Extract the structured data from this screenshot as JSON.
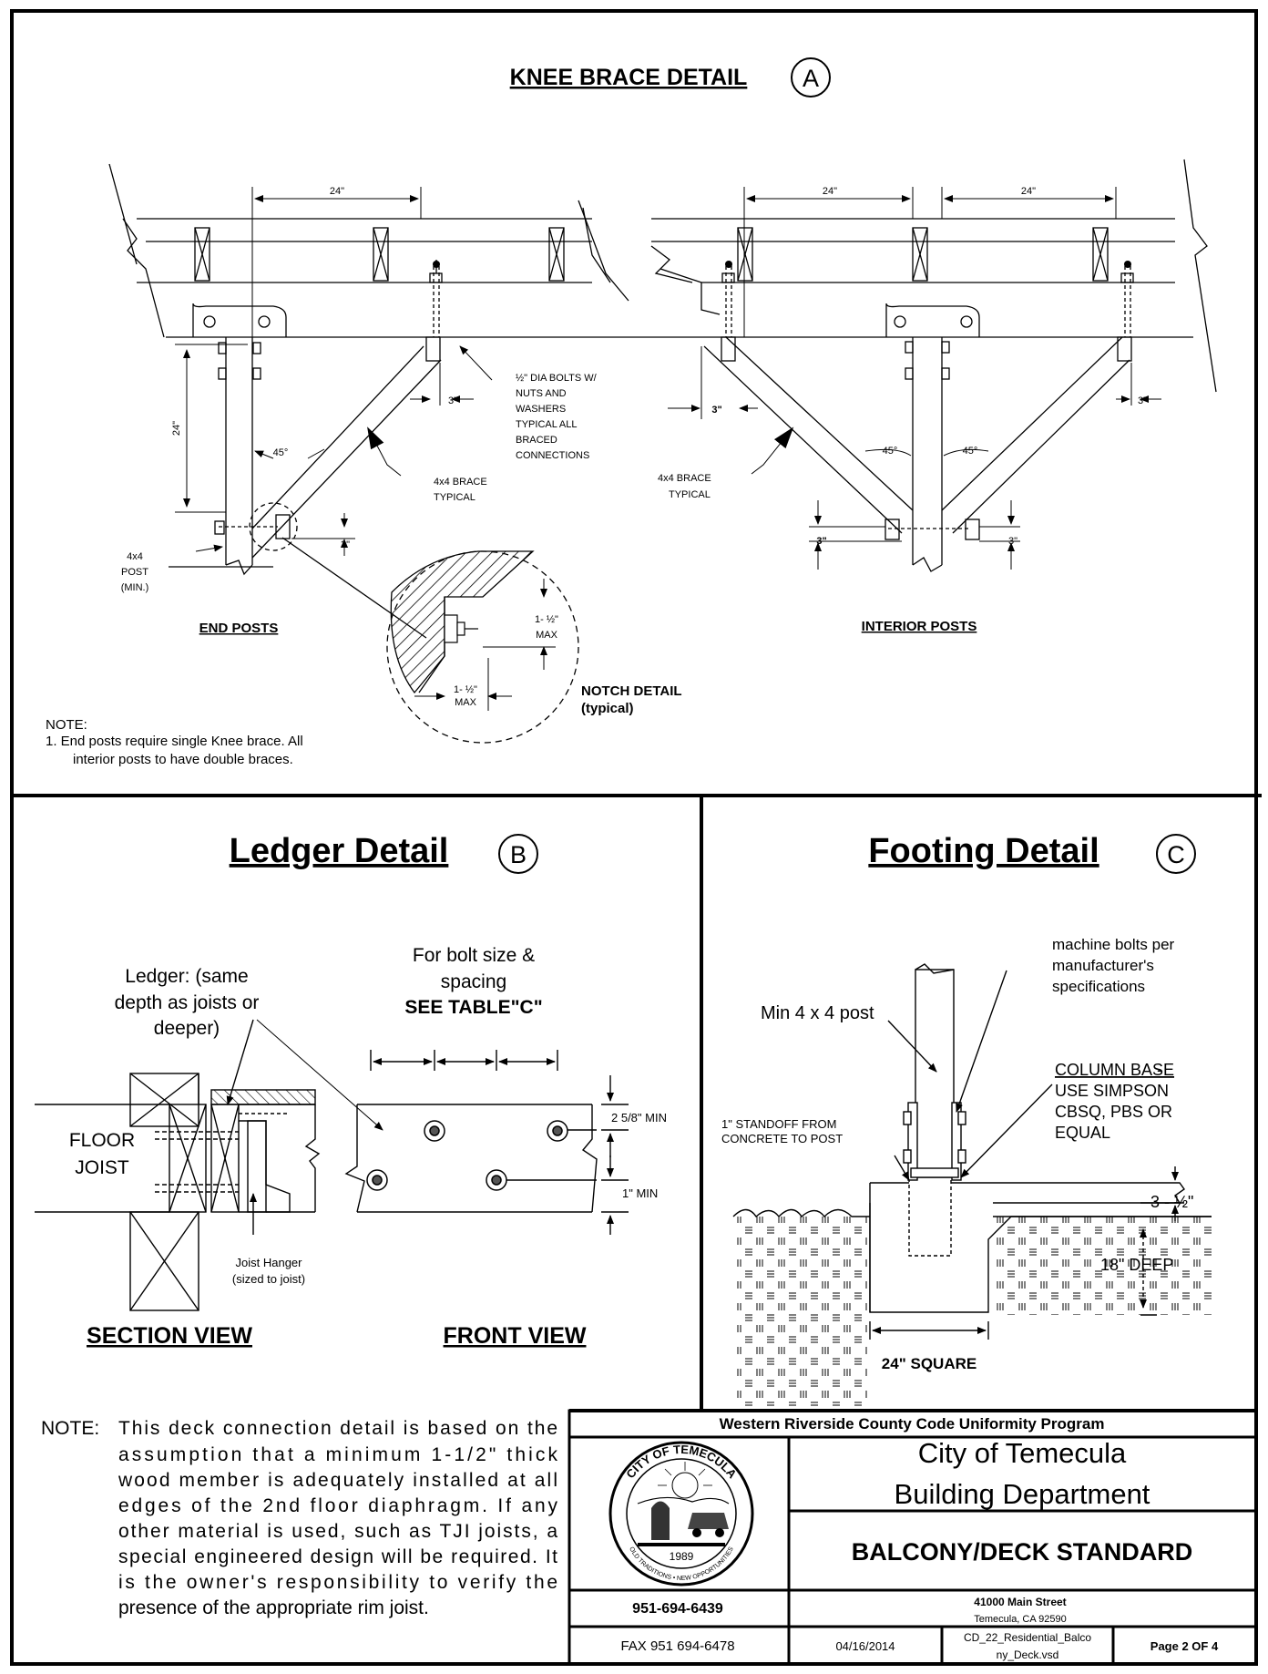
{
  "sectionA": {
    "title": "KNEE BRACE DETAIL",
    "marker": "A",
    "dims": {
      "d24a": "24\"",
      "d24b": "24\"",
      "d24c": "24\"",
      "d24v": "24\"",
      "d3a": "3\"",
      "d3b": "3\"",
      "d3c": "3\"",
      "d3d": "3\"",
      "d3e": "3\"",
      "d3f": "3\""
    },
    "angle45a": "45°",
    "angle45b": "45°",
    "angle45c": "45°",
    "boltNote": [
      "½\" DIA BOLTS W/",
      "NUTS AND",
      "WASHERS",
      "TYPICAL ALL",
      "BRACED",
      "CONNECTIONS"
    ],
    "braceLeft": [
      "4x4 BRACE",
      "TYPICAL"
    ],
    "braceRight": [
      "4x4 BRACE",
      "TYPICAL"
    ],
    "postLabel": [
      "4x4",
      "POST",
      "(MIN.)"
    ],
    "endPosts": "END POSTS",
    "interiorPosts": "INTERIOR POSTS",
    "notchV": [
      "1- ½\"",
      "MAX"
    ],
    "notchH": [
      "1- ½\"",
      "MAX"
    ],
    "notchTitle": "NOTCH DETAIL",
    "notchSub": "(typical)",
    "noteTitle": "NOTE:",
    "noteLine1": "1.  End posts require single Knee brace. All",
    "noteLine2": "interior posts to have double braces."
  },
  "sectionB": {
    "title": "Ledger Detail",
    "marker": "B",
    "ledgerLabel": [
      "Ledger: (same",
      "depth as joists or",
      "deeper)"
    ],
    "boltSize": [
      "For bolt size &",
      "spacing"
    ],
    "seeTable": "SEE TABLE\"C\"",
    "floorJoist": [
      "FLOOR",
      "JOIST"
    ],
    "min258": "2 5/8\" MIN",
    "min1": "1\" MIN",
    "hanger": [
      "Joist Hanger",
      "(sized to joist)"
    ],
    "sectionView": "SECTION VIEW",
    "frontView": "FRONT VIEW"
  },
  "sectionC": {
    "title": "Footing Detail",
    "marker": "C",
    "machineBolts": [
      "machine bolts per",
      "manufacturer's",
      "specifications"
    ],
    "post": "Min 4 x 4  post",
    "columnBase": "COLUMN BASE",
    "columnBaseRest": [
      "- ",
      "USE SIMPSON",
      "CBSQ, PBS OR",
      "EQUAL"
    ],
    "standoff": [
      "1\" STANDOFF FROM",
      "CONCRETE TO POST"
    ],
    "slab": "3 - ½\"",
    "deep": "18\" DEEP",
    "square": "24\" SQUARE"
  },
  "note": {
    "label": "NOTE:",
    "lines": [
      "This deck connection detail is based on the",
      "assumption that a minimum         1-1/2\" thick",
      "wood member is adequately installed at all",
      "edges of the 2nd floor diaphragm. If any",
      "other material is used, such as TJI joists, a",
      "special engineered design will be required. It",
      "is the owner's responsibility to verify the",
      "presence of the appropriate rim joist."
    ]
  },
  "titleBlock": {
    "program": "Western Riverside County Code Uniformity Program",
    "city": "City of Temecula",
    "dept": "Building Department",
    "standard": "BALCONY/DECK STANDARD",
    "phone": "951-694-6439",
    "address1": "41000 Main Street",
    "address2": "Temecula, CA 92590",
    "fax": "FAX 951 694-6478",
    "date": "04/16/2014",
    "file1": "CD_22_Residential_Balco",
    "file2": "ny_Deck.vsd",
    "page": "Page 2 OF 4",
    "sealTop": "CITY OF TEMECULA",
    "sealBottom": "OLD TRADITIONS • NEW OPPORTUNITIES",
    "sealYear": "1989"
  }
}
